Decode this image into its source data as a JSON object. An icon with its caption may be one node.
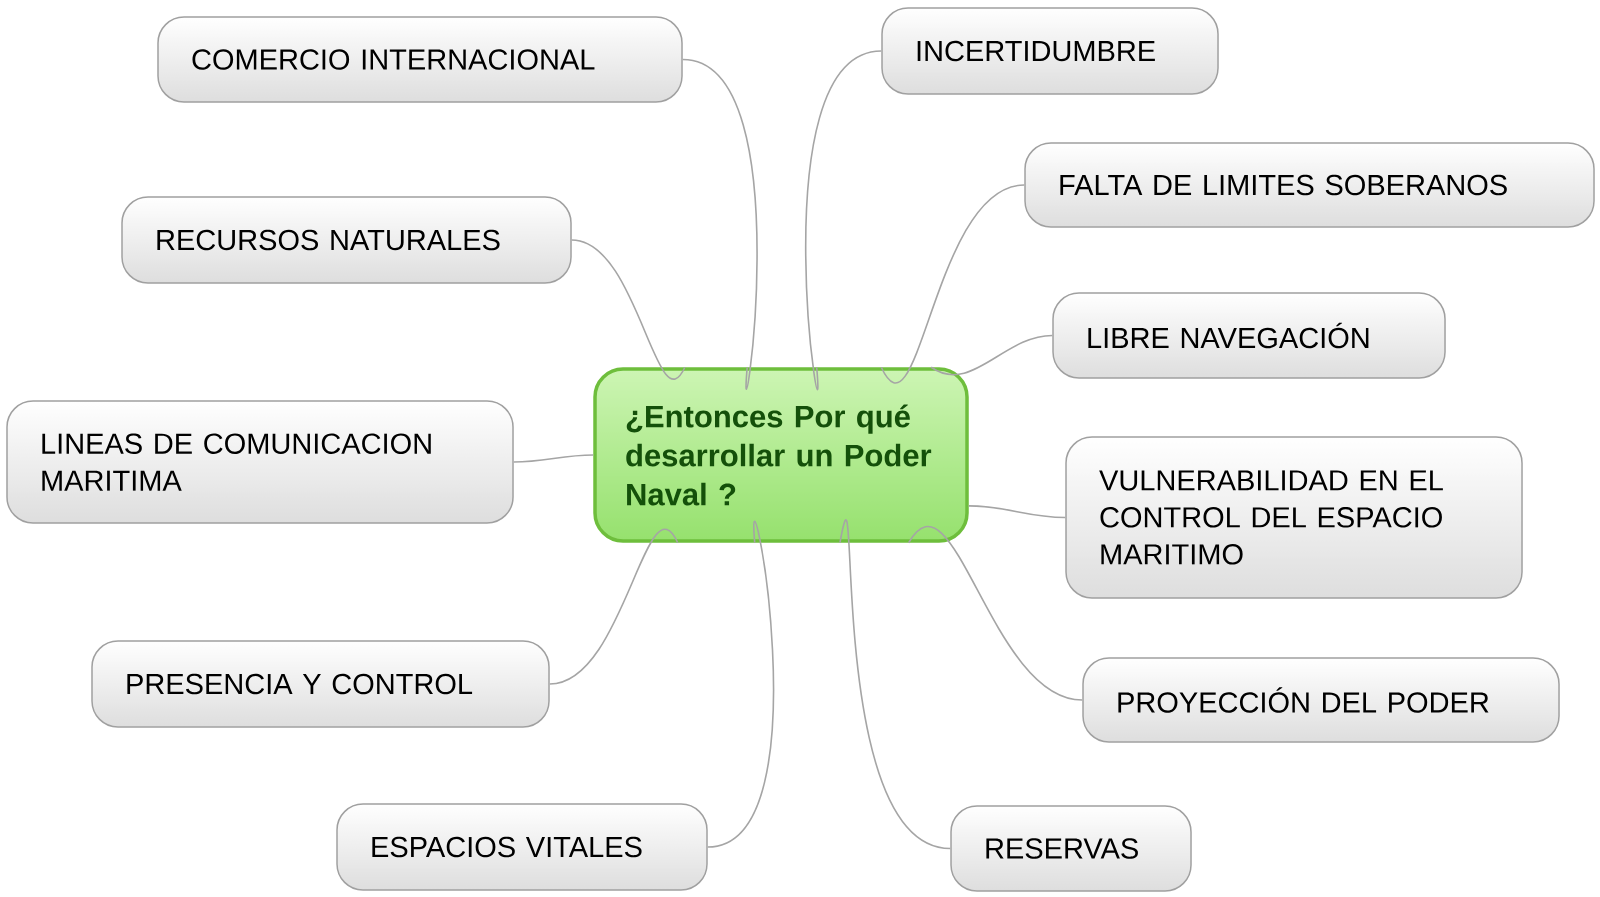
{
  "diagram": {
    "nodes": [
      {
        "text": [
          "¿Entonces Por qué desarrollar un Poder Naval ?"
        ]
      },
      {
        "text": [
          "COMERCIO INTERNACIONAL"
        ]
      },
      {
        "text": [
          "RECURSOS NATURALES"
        ]
      },
      {
        "text": [
          "LINEAS DE COMUNICACION MARITIMA"
        ]
      },
      {
        "text": [
          "PRESENCIA Y CONTROL"
        ]
      },
      {
        "text": [
          "ESPACIOS VITALES"
        ]
      },
      {
        "text": [
          "INCERTIDUMBRE"
        ]
      },
      {
        "text": [
          "FALTA DE LIMITES SOBERANOS"
        ]
      },
      {
        "text": [
          "LIBRE NAVEGACIÓN"
        ]
      },
      {
        "text": [
          "VULNERABILIDAD EN EL CONTROL DEL ESPACIO MARITIMO"
        ]
      },
      {
        "text": [
          "PROYECCIÓN DEL PODER"
        ]
      },
      {
        "text": [
          "RESERVAS"
        ]
      }
    ],
    "edges": [
      {
        "from": 0,
        "to": 1,
        "arrow": "none"
      },
      {
        "from": 0,
        "to": 2,
        "arrow": "none"
      },
      {
        "from": 0,
        "to": 3,
        "arrow": "none"
      },
      {
        "from": 0,
        "to": 4,
        "arrow": "none"
      },
      {
        "from": 0,
        "to": 5,
        "arrow": "none"
      },
      {
        "from": 0,
        "to": 6,
        "arrow": "none"
      },
      {
        "from": 0,
        "to": 7,
        "arrow": "none"
      },
      {
        "from": 0,
        "to": 8,
        "arrow": "none"
      },
      {
        "from": 0,
        "to": 9,
        "arrow": "none"
      },
      {
        "from": 0,
        "to": 10,
        "arrow": "none"
      },
      {
        "from": 0,
        "to": 11,
        "arrow": "none"
      }
    ]
  }
}
